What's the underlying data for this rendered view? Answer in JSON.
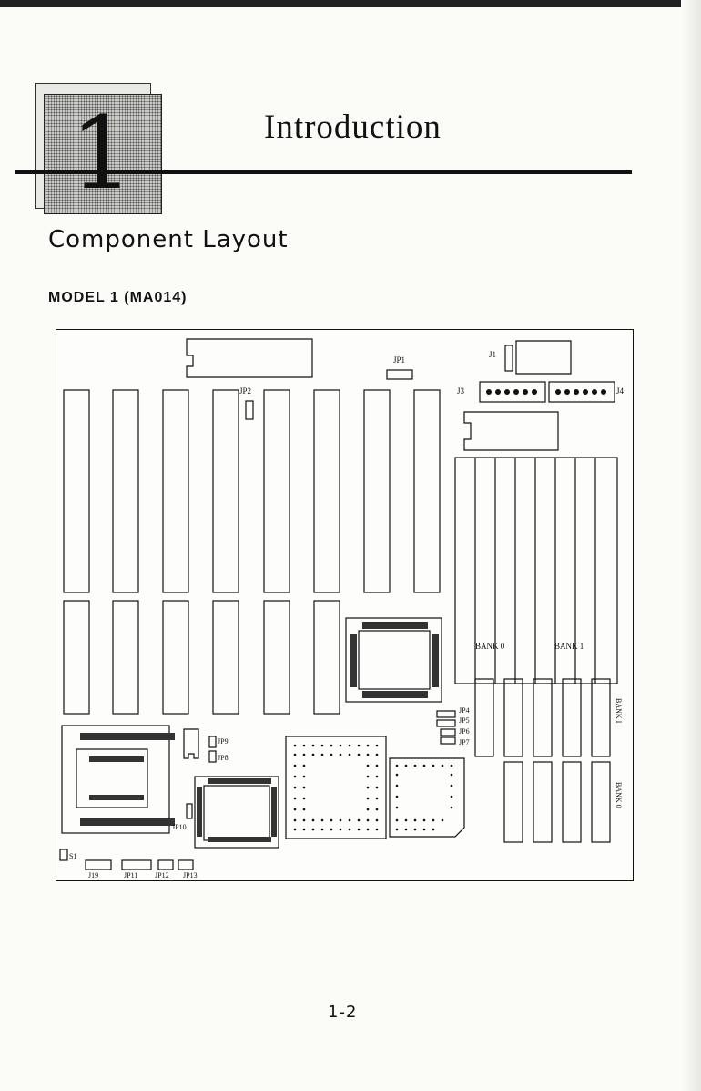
{
  "chapter": {
    "number": "1",
    "title": "Introduction"
  },
  "section": {
    "heading": "Component Layout"
  },
  "model": {
    "label": "MODEL 1 (MA014)"
  },
  "board_labels": {
    "jp1": "JP1",
    "j1": "J1",
    "jp2": "JP2",
    "j3": "J3",
    "j4": "J4",
    "bank0": "BANK 0",
    "bank1": "BANK 1",
    "bank_vertical_1": "BANK I",
    "bank_vertical_0": "BANK 0",
    "jp4": "JP4",
    "jp5": "JP5",
    "jp6": "JP6",
    "jp7": "JP7",
    "jp8": "JP8",
    "jp9": "JP9",
    "jp10": "JP10",
    "s1": "S1",
    "j19": "J19",
    "jp11": "JP11",
    "jp12": "JP12",
    "jp13": "JP13"
  },
  "footer": {
    "page_number": "1-2"
  }
}
